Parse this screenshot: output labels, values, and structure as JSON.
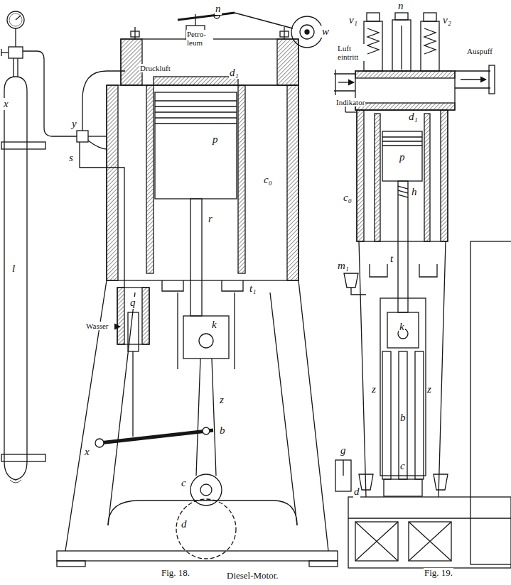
{
  "diagram": {
    "caption": "Diesel-Motor.",
    "labels": [
      "Druckluft",
      "Petro- leum",
      "n",
      "w",
      "d₁",
      "p",
      "r",
      "c₀",
      "l",
      "x",
      "y",
      "s",
      "q",
      "Wasser",
      "t₁",
      "k",
      "z",
      "b",
      "x",
      "c",
      "d",
      "Fig. 18.",
      "v₁",
      "n",
      "v₂",
      "Luft eintritt",
      "Auspuff",
      "Indikator",
      "d₁",
      "p",
      "h",
      "c₀",
      "m₁",
      "t",
      "k",
      "z",
      "z",
      "b",
      "c",
      "g",
      "d",
      "Fig. 19."
    ]
  }
}
